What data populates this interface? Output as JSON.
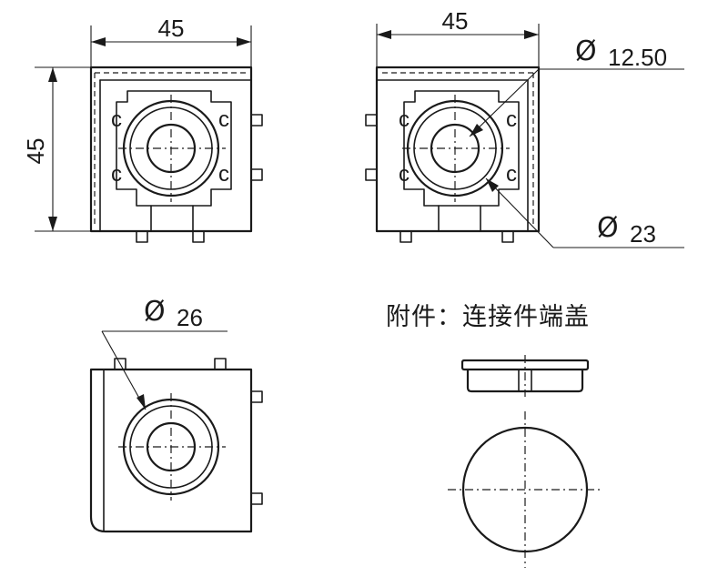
{
  "dimensions": {
    "top_left_width": "45",
    "top_left_height": "45",
    "top_right_width": "45",
    "bore_small": {
      "symbol": "Ø",
      "value": "12.50"
    },
    "bore_mid": {
      "symbol": "Ø",
      "value": "23"
    },
    "bore_large": {
      "symbol": "Ø",
      "value": "26"
    }
  },
  "accessory_caption": "附件：连接件端盖"
}
